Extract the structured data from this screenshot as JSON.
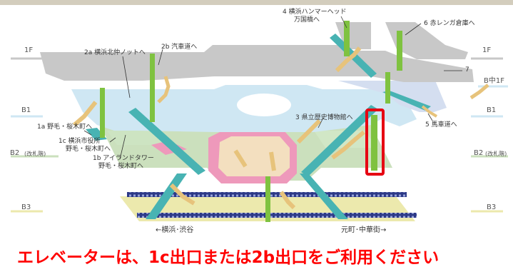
{
  "colors": {
    "level_1f": "#c8c8c8",
    "level_b1": "#cfe7f3",
    "level_b2": "#cbe0bd",
    "level_b3": "#ece9ad",
    "concourse_pink": "#ee99bb",
    "concourse_beige": "#f3dfbf",
    "escalator": "#48b3b3",
    "elevator": "#7fc240",
    "stairs": "#e7c37b",
    "track": "#2d3a87",
    "highlight": "#e60012",
    "notice_text": "#ff0000",
    "top_band": "#d3cdbd"
  },
  "levels": {
    "left": {
      "f1": "1F",
      "b1": "B1",
      "b2": "B2",
      "b2_note": "(改札階)",
      "b3": "B3"
    },
    "right": {
      "f1": "1F",
      "bm1": "B中1F",
      "b1": "B1",
      "b2": "B2",
      "b2_note": "(改札階)",
      "b3": "B3"
    }
  },
  "exits": {
    "e2a": "2a 横浜北仲ノットへ",
    "e2b": "2b 汽車道へ",
    "e1a": "1a 野毛・桜木町へ",
    "e1c_line1": "1c 横浜市役所",
    "e1c_line2": "野毛・桜木町へ",
    "e1b_line1": "1b アイランドタワー",
    "e1b_line2": "野毛・桜木町へ",
    "e3": "3 県立歴史博物館へ",
    "e4_line1": "4 横浜ハンマーヘッド",
    "e4_line2": "万国橋へ",
    "e5": "5 馬車道へ",
    "e6": "6 赤レンガ倉庫へ",
    "e7": "7"
  },
  "directions": {
    "left": "←横浜･渋谷",
    "right": "元町･中華街→"
  },
  "notice": "エレベーターは、1c出口または2b出口をご利用ください"
}
